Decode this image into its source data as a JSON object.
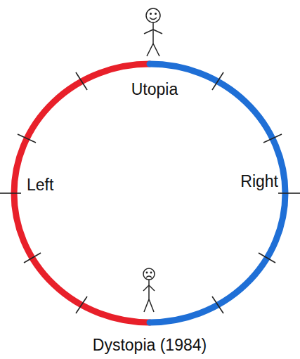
{
  "diagram": {
    "labels": [
      "Utopia",
      "Left",
      "Right",
      "Dystopia (1984)"
    ]
  }
}
